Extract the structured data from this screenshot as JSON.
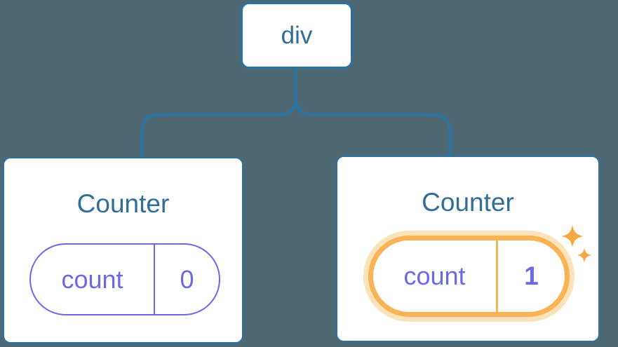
{
  "tree": {
    "root": {
      "label": "div"
    },
    "children": [
      {
        "title": "Counter",
        "state_key": "count",
        "state_value": "0",
        "highlighted": false
      },
      {
        "title": "Counter",
        "state_key": "count",
        "state_value": "1",
        "highlighted": true
      }
    ]
  },
  "icons": {
    "sparkle": {
      "name": "sparkle-icon",
      "shape": "four-point-star"
    }
  },
  "colors": {
    "background": "#4d6873",
    "connector_blue": "#2a74a4",
    "node_text_blue": "#2f6e96",
    "state_purple": "#6c69e8",
    "highlight_orange": "#f8b356",
    "highlight_halo": "#fbe2b8",
    "sparkle_orange": "#f5a742",
    "card_bg": "#ffffff"
  }
}
